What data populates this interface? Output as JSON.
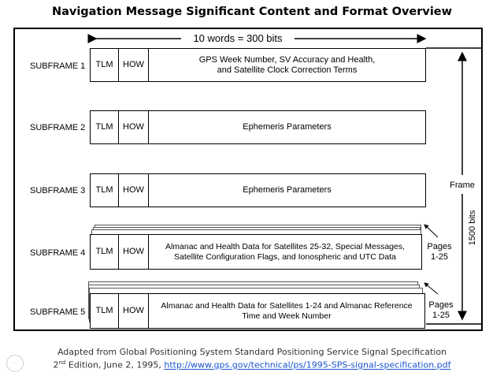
{
  "title": "Navigation Message Significant Content and Format Overview",
  "word_span_label": "10 words = 300 bits",
  "frame_label": "Frame",
  "frame_bits_label": "1500 bits",
  "subframes": [
    {
      "label": "SUBFRAME 1",
      "tlm": "TLM",
      "how": "HOW",
      "content": "GPS Week Number, SV Accuracy and Health,\nand Satellite Clock Correction Terms"
    },
    {
      "label": "SUBFRAME 2",
      "tlm": "TLM",
      "how": "HOW",
      "content": "Ephemeris Parameters"
    },
    {
      "label": "SUBFRAME 3",
      "tlm": "TLM",
      "how": "HOW",
      "content": "Ephemeris Parameters"
    },
    {
      "label": "SUBFRAME 4",
      "tlm": "TLM",
      "how": "HOW",
      "content": "Almanac and Health Data for Satellites 25-32, Special Messages,\nSatellite Configuration Flags, and Ionospheric and UTC Data",
      "pages": "Pages\n1-25"
    },
    {
      "label": "SUBFRAME 5",
      "tlm": "TLM",
      "how": "HOW",
      "content": "Almanac and Health Data for Satellites 1-24 and Almanac Reference\nTime and Week Number",
      "pages": "Pages\n1-25"
    }
  ],
  "footer": {
    "line1": "Adapted from Global Positioning System Standard Positioning Service Signal Specification",
    "line2_prefix": "2",
    "line2_sup": "nd",
    "line2_text": " Edition, June 2, 1995, ",
    "link": "http://www.gps.gov/technical/ps/1995-SPS-signal-specification.pdf"
  }
}
